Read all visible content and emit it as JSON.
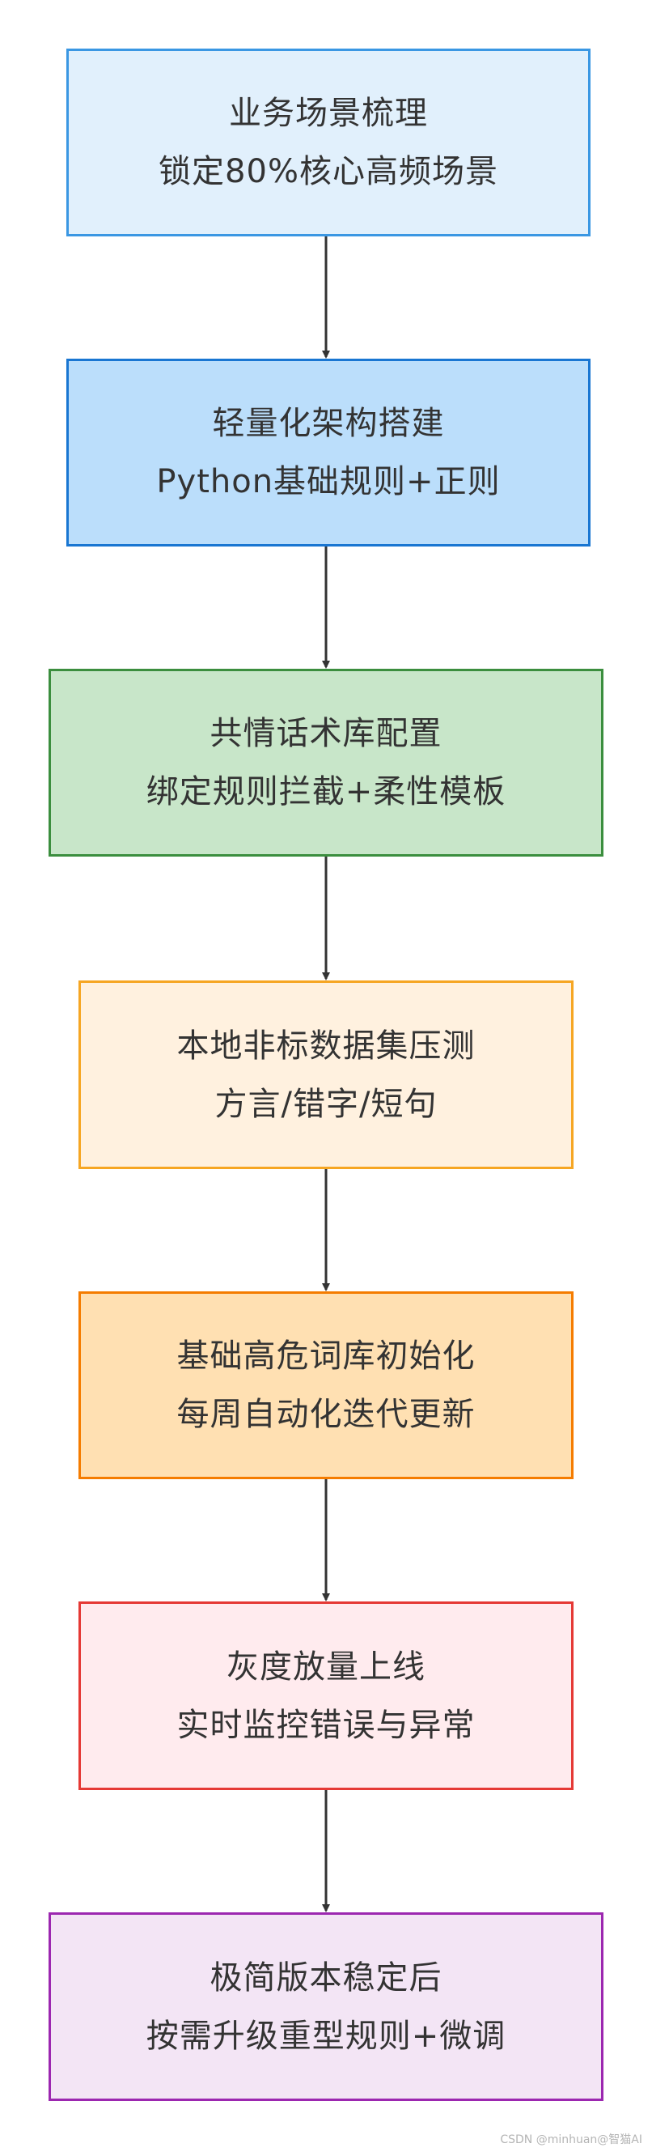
{
  "nodes": [
    {
      "id": "scenario-sort",
      "lines": [
        "业务场景梳理",
        "锁定80%核心高频场景"
      ],
      "fill": "#e1f0fc",
      "stroke": "#3a97e3"
    },
    {
      "id": "light-arch",
      "lines": [
        "轻量化架构搭建",
        "Python基础规则+正则"
      ],
      "fill": "#bbdefb",
      "stroke": "#1976d2"
    },
    {
      "id": "empathy-script",
      "lines": [
        "共情话术库配置",
        "绑定规则拦截+柔性模板"
      ],
      "fill": "#c8e6c9",
      "stroke": "#3b8e3e"
    },
    {
      "id": "stress-test",
      "lines": [
        "本地非标数据集压测",
        "方言/错字/短句"
      ],
      "fill": "#fff1df",
      "stroke": "#f6a623"
    },
    {
      "id": "risk-lexicon",
      "lines": [
        "基础高危词库初始化",
        "每周自动化迭代更新"
      ],
      "fill": "#ffe0b2",
      "stroke": "#f57c00"
    },
    {
      "id": "gray-release",
      "lines": [
        "灰度放量上线",
        "实时监控错误与异常"
      ],
      "fill": "#ffebee",
      "stroke": "#e53935"
    },
    {
      "id": "upgrade",
      "lines": [
        "极简版本稳定后",
        "按需升级重型规则+微调"
      ],
      "fill": "#f3e5f5",
      "stroke": "#9c27b0"
    }
  ],
  "edge_color": "#333333",
  "watermark": "CSDN @minhuan@智猫AI"
}
